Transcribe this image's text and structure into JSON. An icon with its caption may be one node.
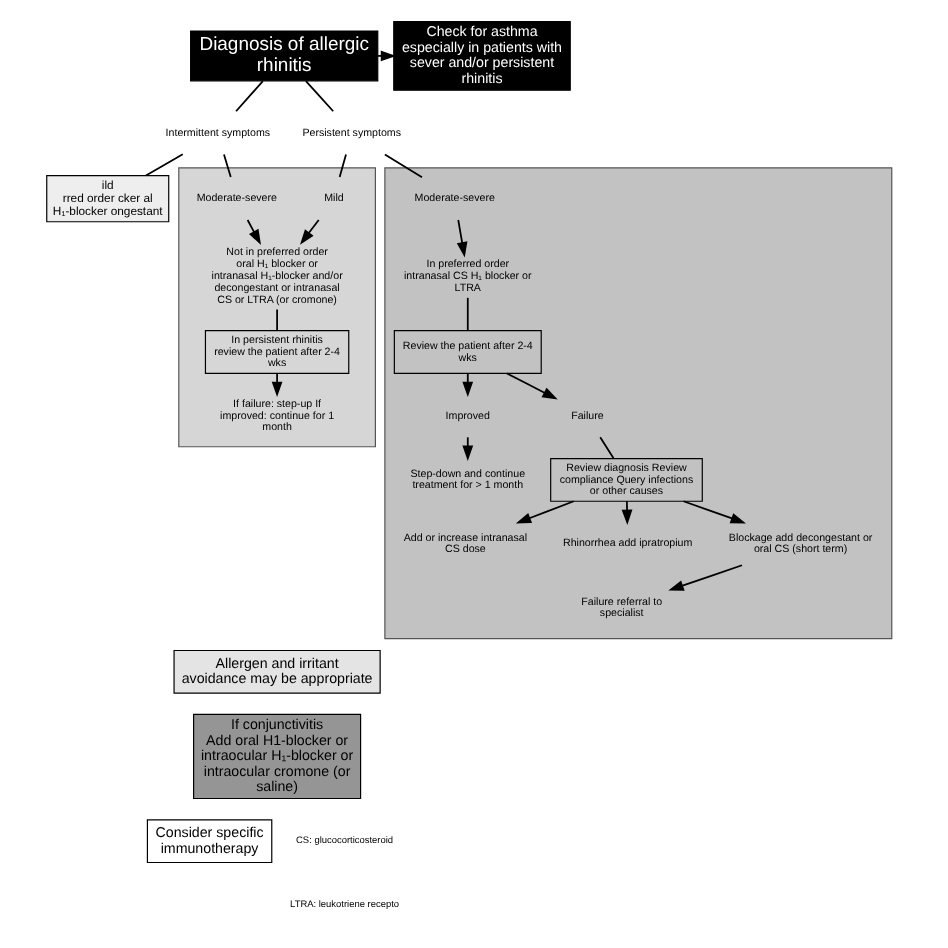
{
  "diagram": {
    "nodes": [
      {
        "text": [
          "Diagnosis of allergic rhinitis"
        ]
      },
      {
        "text": [
          "Check for asthma",
          "especially in patients with sever and/or persistent rhinitis"
        ]
      },
      {
        "text": [
          "Intermittent symptoms"
        ]
      },
      {
        "text": [
          "Persistent symptoms"
        ]
      },
      {
        "text": [
          "ild",
          "rred order cker al H₁-blocker ongestant"
        ]
      },
      {
        "text": [],
        "shape": "box"
      },
      {
        "text": [
          "Moderate-severe"
        ],
        "in": 5
      },
      {
        "text": [
          "Mild"
        ],
        "in": 5
      },
      {
        "text": [
          "Not in preferred order",
          "oral H₁ blocker or intranasal H₁-blocker and/or decongestant or intranasal CS or LTRA (or cromone)"
        ],
        "in": 5
      },
      {
        "text": [
          "In persistent rhinitis review the patient after 2-4 wks"
        ],
        "in": 5
      },
      {
        "text": [
          "If failure: step-up If improved: continue for 1 month"
        ],
        "in": 5
      },
      {
        "text": [],
        "shape": "box"
      },
      {
        "text": [
          "Moderate-severe"
        ],
        "in": 11
      },
      {
        "text": [
          "In preferred order",
          "intranasal CS H₁ blocker or LTRA"
        ],
        "in": 11
      },
      {
        "text": [
          "Review the patient after 2-4 wks"
        ],
        "in": 11
      },
      {
        "text": [
          "Improved"
        ],
        "in": 11
      },
      {
        "text": [
          "Failure"
        ],
        "in": 11
      },
      {
        "text": [
          "Step-down and continue treatment for > 1 month"
        ],
        "in": 11
      },
      {
        "text": [
          "Review diagnosis Review compliance Query infections or other causes"
        ],
        "in": 11
      },
      {
        "text": [
          "Add or increase intranasal CS dose"
        ],
        "in": 11
      },
      {
        "text": [
          "Rhinorrhea add ipratropium"
        ],
        "in": 11
      },
      {
        "text": [
          "Blockage add decongestant or oral CS (short term)"
        ],
        "in": 11
      },
      {
        "text": [
          "Failure referral to specialist"
        ],
        "in": 11
      },
      {
        "text": [
          "Allergen and irritant avoidance may be appropriate"
        ]
      },
      {
        "text": [
          "If conjunctivitis",
          "Add oral H1-blocker or intraocular H₁-blocker or intraocular cromone (or saline)"
        ]
      },
      {
        "text": [
          "Consider specific immunotherapy"
        ]
      }
    ],
    "edges": [
      {
        "from": 0,
        "to": 1,
        "arrow": "to"
      },
      {
        "from": 0,
        "to": 2,
        "arrow": "none"
      },
      {
        "from": 0,
        "to": 3,
        "arrow": "none"
      },
      {
        "from": 2,
        "to": 4,
        "arrow": "none"
      },
      {
        "from": 2,
        "to": 6,
        "arrow": "none"
      },
      {
        "from": 3,
        "to": 7,
        "arrow": "none"
      },
      {
        "from": 3,
        "to": 12,
        "arrow": "none"
      },
      {
        "from": 6,
        "to": 8,
        "arrow": "to"
      },
      {
        "from": 7,
        "to": 8,
        "arrow": "to"
      },
      {
        "from": 8,
        "to": 9,
        "arrow": "none"
      },
      {
        "from": 9,
        "to": 10,
        "arrow": "to"
      },
      {
        "from": 12,
        "to": 13,
        "arrow": "to"
      },
      {
        "from": 13,
        "to": 14,
        "arrow": "none"
      },
      {
        "from": 14,
        "to": 15,
        "arrow": "to"
      },
      {
        "from": 14,
        "to": 16,
        "arrow": "to"
      },
      {
        "from": 15,
        "to": 17,
        "arrow": "to"
      },
      {
        "from": 16,
        "to": 18,
        "arrow": "none"
      },
      {
        "from": 18,
        "to": 19,
        "arrow": "to"
      },
      {
        "from": 18,
        "to": 20,
        "arrow": "to"
      },
      {
        "from": 18,
        "to": 21,
        "arrow": "to"
      },
      {
        "from": 21,
        "to": 22,
        "arrow": "to"
      }
    ],
    "labels": [
      "CS: glucocorticosteroid",
      "LTRA: leukotriene recepto"
    ]
  }
}
